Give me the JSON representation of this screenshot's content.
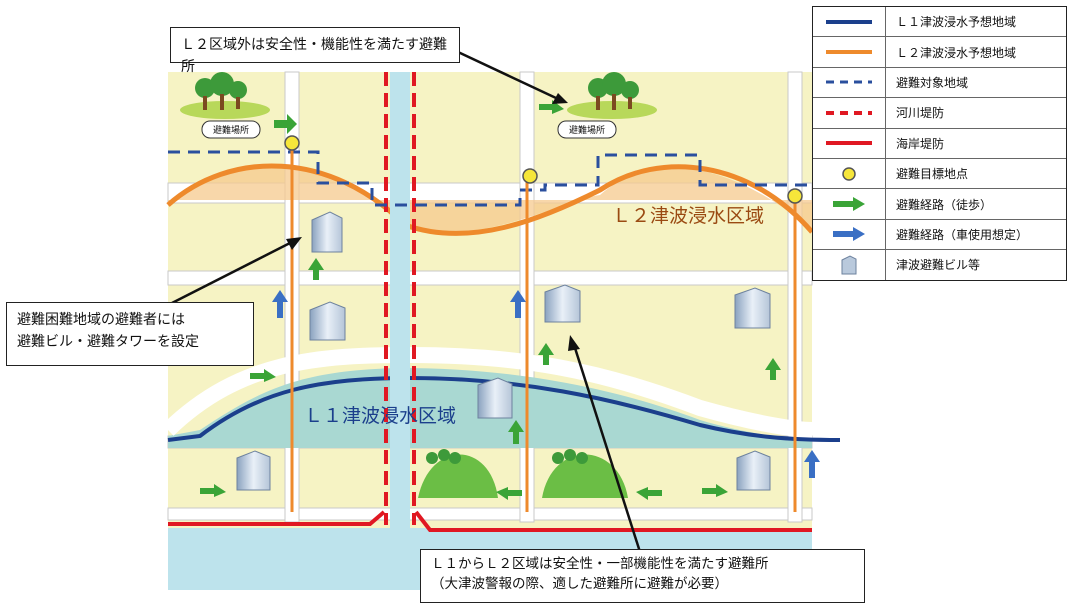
{
  "callouts": {
    "top": "Ｌ２区域外は安全性・機能性を満たす避難所",
    "left_line1": "避難困難地域の避難者には",
    "left_line2": "避難ビル・避難タワーを設定",
    "bottom_line1": "Ｌ１からＬ２区域は安全性・一部機能性を満たす避難所",
    "bottom_line2": "（大津波警報の際、適した避難所に避難が必要）"
  },
  "map": {
    "l2_zone_label": "Ｌ２津波浸水区域",
    "l1_zone_label": "Ｌ１津波浸水区域",
    "shelter_label": "避難場所"
  },
  "legend": [
    {
      "text": "Ｌ１津波浸水予想地域",
      "symbol": "navy-line"
    },
    {
      "text": "Ｌ２津波浸水予想地域",
      "symbol": "orange-line"
    },
    {
      "text": "避難対象地域",
      "symbol": "blue-dashed-line"
    },
    {
      "text": "河川堤防",
      "symbol": "red-dashed-line"
    },
    {
      "text": "海岸堤防",
      "symbol": "red-line"
    },
    {
      "text": "避難目標地点",
      "symbol": "yellow-dot"
    },
    {
      "text": "避難経路（徒歩）",
      "symbol": "green-arrow"
    },
    {
      "text": "避難経路（車使用想定）",
      "symbol": "blue-arrow"
    },
    {
      "text": "津波避難ビル等",
      "symbol": "building-icon"
    }
  ],
  "colors": {
    "land": "#f6f3c4",
    "road": "#ffffff",
    "river": "#bde3ec",
    "l1_line": "#1b3f8c",
    "l2_line": "#ee8a2c",
    "l2_fill": "#f5c98e",
    "l1_fill": "#a9d8d2",
    "evac_area_dash": "#2a4f9e",
    "dike_red": "#e01822",
    "walk_arrow": "#3aa437",
    "car_arrow": "#3a6fc4",
    "target_point": "#f6e63a"
  }
}
